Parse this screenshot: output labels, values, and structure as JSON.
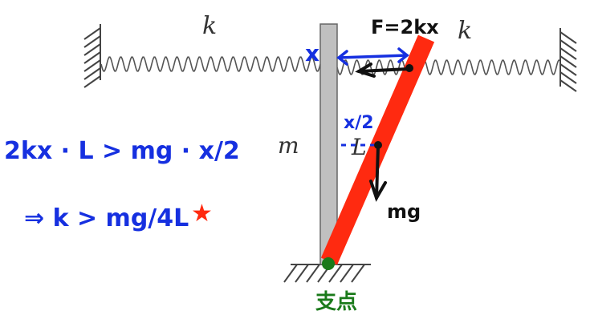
{
  "labels": {
    "spring_left": "k",
    "spring_right": "k",
    "mass": "m",
    "length": "L"
  },
  "annotations": {
    "force": "F=2kx",
    "displacement": "x",
    "half_displacement": "x/2",
    "gravity": "mg",
    "pivot": "支点",
    "equation1": "2kx · L > mg · x/2",
    "equation2": "⇒ k > mg/4L",
    "star": "★"
  },
  "colors": {
    "rod": "#ff2a10",
    "post": "#c0c0c0",
    "spring": "#555555",
    "blue_ink": "#1630e0",
    "black_ink": "#111111",
    "green_ink": "#1a7a1a"
  }
}
